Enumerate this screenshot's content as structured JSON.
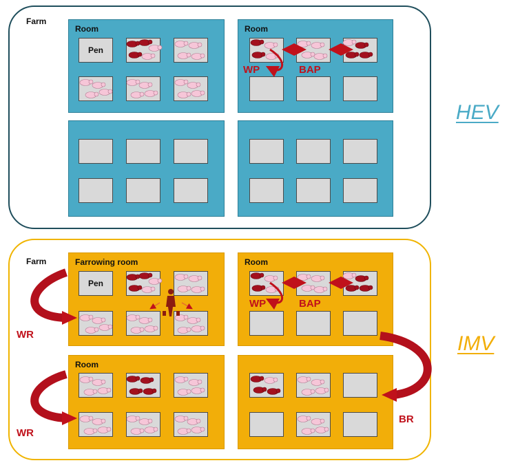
{
  "colors": {
    "hev_room": "#4aaac6",
    "imv_room": "#f2ae09",
    "hev_border": "#1f4e5c",
    "imv_border": "#f0b400",
    "pen": "#d9d9d9",
    "pink_pig": "#f6c6d8",
    "red_pig": "#a3101e",
    "arrow_red": "#c0111b",
    "hev_label": "#4aaac6",
    "imv_label": "#f2ae09"
  },
  "hev": {
    "farm_label": "Farm",
    "tag": "HEV",
    "room_top_left": "Room",
    "room_top_right": "Room",
    "pen_label": "Pen",
    "wp_label": "WP",
    "bap_label": "BAP"
  },
  "imv": {
    "farm_label": "Farm",
    "tag": "IMV",
    "room_top_left": "Farrowing room",
    "room_top_right": "Room",
    "room_bottom_left": "Room",
    "pen_label": "Pen",
    "wp_label": "WP",
    "bap_label": "BAP",
    "wr_top_label": "WR",
    "wr_bottom_label": "WR",
    "br_label": "BR"
  },
  "icons": {
    "pig_group": "pig-group-icon",
    "farmer": "farmer-icon",
    "arrow": "arrow-icon"
  }
}
